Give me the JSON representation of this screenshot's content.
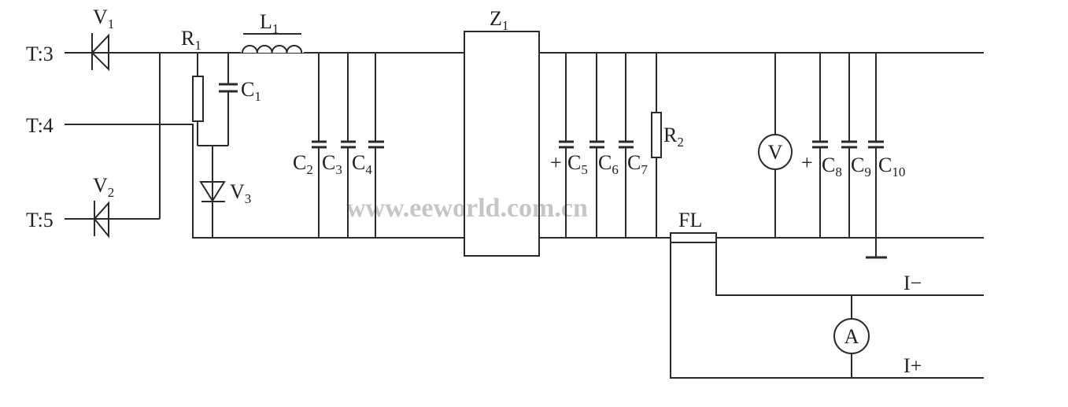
{
  "terminals": {
    "t3": "T:3",
    "t4": "T:4",
    "t5": "T:5",
    "i_minus": "I−",
    "i_plus": "I+"
  },
  "components": {
    "V1": {
      "letter": "V",
      "sub": "1"
    },
    "V2": {
      "letter": "V",
      "sub": "2"
    },
    "V3": {
      "letter": "V",
      "sub": "3"
    },
    "R1": {
      "letter": "R",
      "sub": "1"
    },
    "R2": {
      "letter": "R",
      "sub": "2"
    },
    "L1": {
      "letter": "L",
      "sub": "1"
    },
    "Z1": {
      "letter": "Z",
      "sub": "1"
    },
    "C1": {
      "letter": "C",
      "sub": "1"
    },
    "C2": {
      "letter": "C",
      "sub": "2"
    },
    "C3": {
      "letter": "C",
      "sub": "3"
    },
    "C4": {
      "letter": "C",
      "sub": "4"
    },
    "C5": {
      "letter": "C",
      "sub": "5"
    },
    "C6": {
      "letter": "C",
      "sub": "6"
    },
    "C7": {
      "letter": "C",
      "sub": "7"
    },
    "C8": {
      "letter": "C",
      "sub": "8"
    },
    "C9": {
      "letter": "C",
      "sub": "9"
    },
    "C10": {
      "letter": "C",
      "sub": "10"
    },
    "FL": "FL"
  },
  "meters": {
    "voltmeter": "V",
    "ammeter": "A"
  },
  "polarity": {
    "plus": "+"
  },
  "watermark": "www.eeworld.com.cn"
}
